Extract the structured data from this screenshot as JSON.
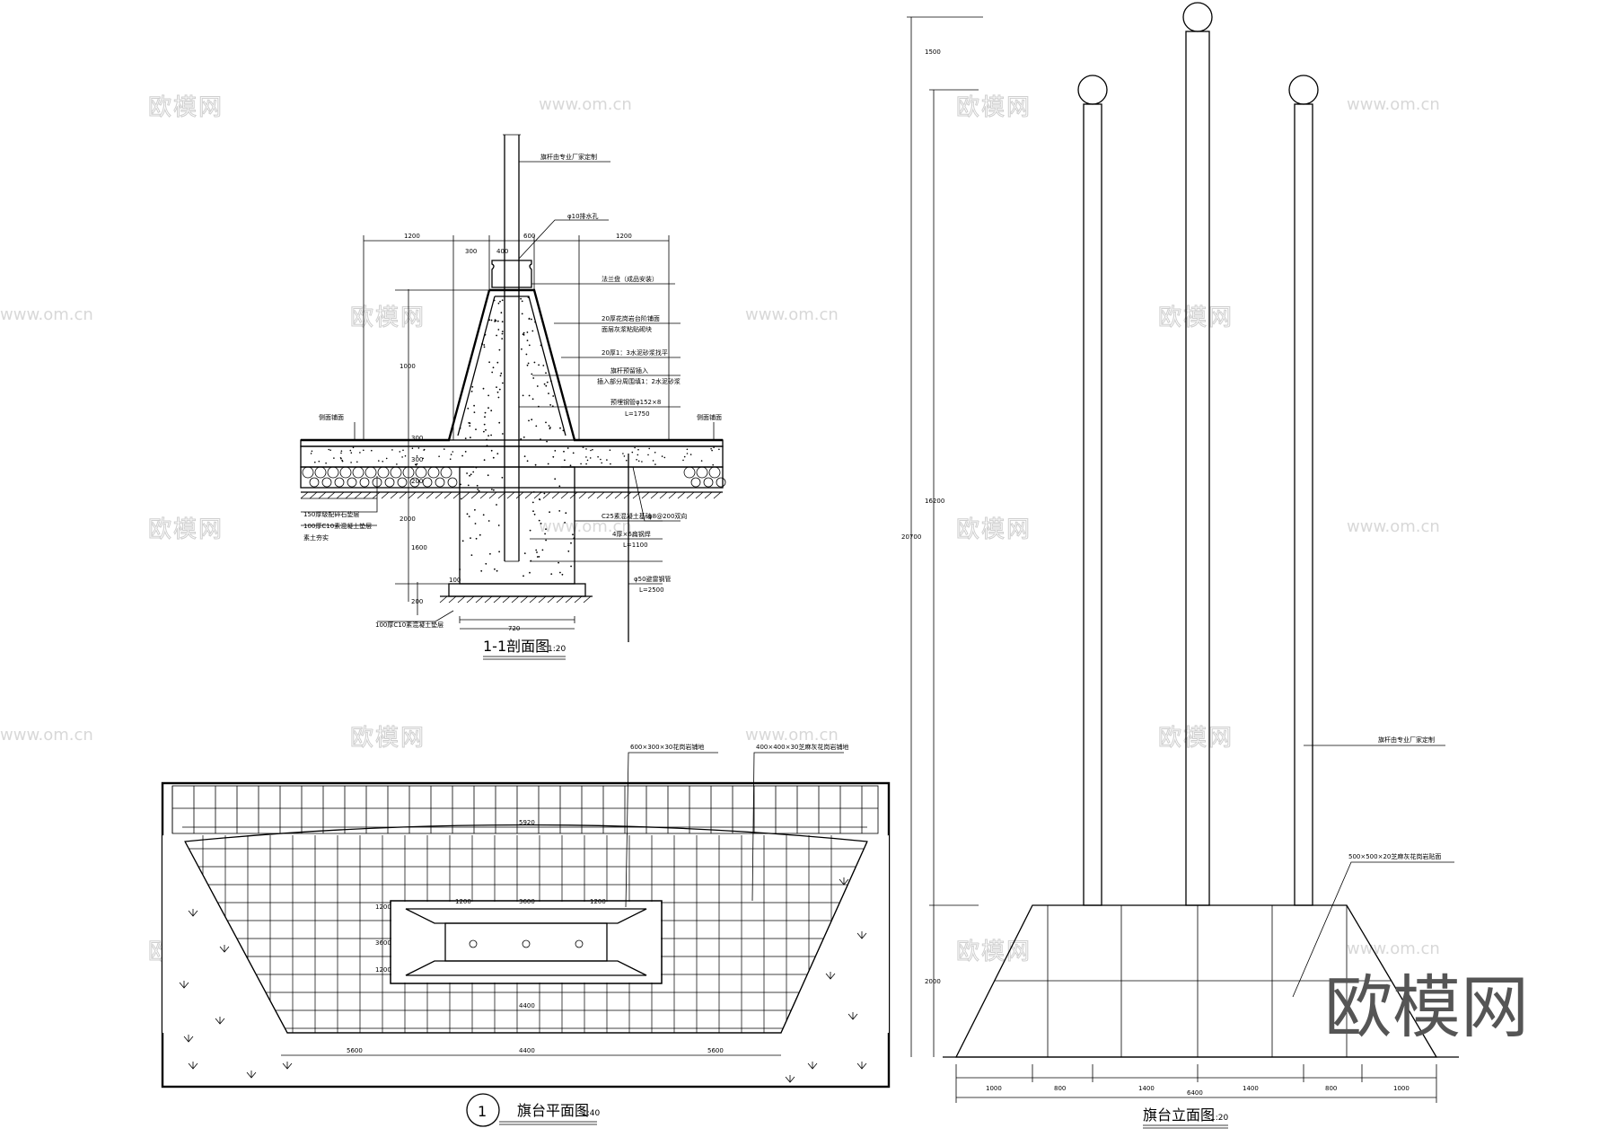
{
  "watermark": {
    "brand": "欧模网",
    "url": "www.om.cn"
  },
  "section": {
    "title": "1-1剖面图",
    "scale": "1:20",
    "dims_top": [
      "1200",
      "300",
      "400",
      "600",
      "1200"
    ],
    "dims_left": [
      "1000",
      "300",
      "300",
      "200",
      "2000",
      "1600",
      "100",
      "200"
    ],
    "dim_bottom": "720",
    "notes": [
      "旗杆由专业厂家定制",
      "φ10排水孔",
      "法兰盘（成品安装）",
      "20厚花岗岩台阶铺面",
      "面层灰浆粘贴砌块",
      "20厚1：3水泥砂浆找平",
      "旗杆预留插入",
      "插入部分周围填1：2水泥砂浆",
      "预埋钢管φ152×8",
      "L=1750",
      "C25素混凝土基础",
      "φ8@200双向",
      "4厚×6扁钢焊",
      "L=1100",
      "φ50避雷钢管",
      "L=2500",
      "150厚级配碎石垫层",
      "100厚C10素混凝土垫层",
      "素土夯实",
      "100厚C10素混凝土垫层",
      "侧面铺面",
      "侧面铺面"
    ]
  },
  "plan": {
    "title": "旗台平面图",
    "number": "1",
    "scale": "1:40",
    "notes": [
      "600×300×30花岗岩铺地",
      "400×400×30芝麻灰花岗岩铺地"
    ],
    "dims": [
      "5920",
      "1200",
      "3600",
      "1200",
      "5600",
      "4400",
      "5600",
      "4400",
      "1200",
      "3600",
      "1200"
    ]
  },
  "elevation": {
    "title": "旗台立面图",
    "scale": "1:20",
    "dims_bottom": [
      "1000",
      "800",
      "1400",
      "1400",
      "800",
      "1000"
    ],
    "total": "6400",
    "dims_left": [
      "1500",
      "16200",
      "2000"
    ],
    "dim_total_height": "20700",
    "notes": [
      "旗杆由专业厂家定制",
      "500×500×20芝麻灰花岗岩贴面"
    ]
  }
}
